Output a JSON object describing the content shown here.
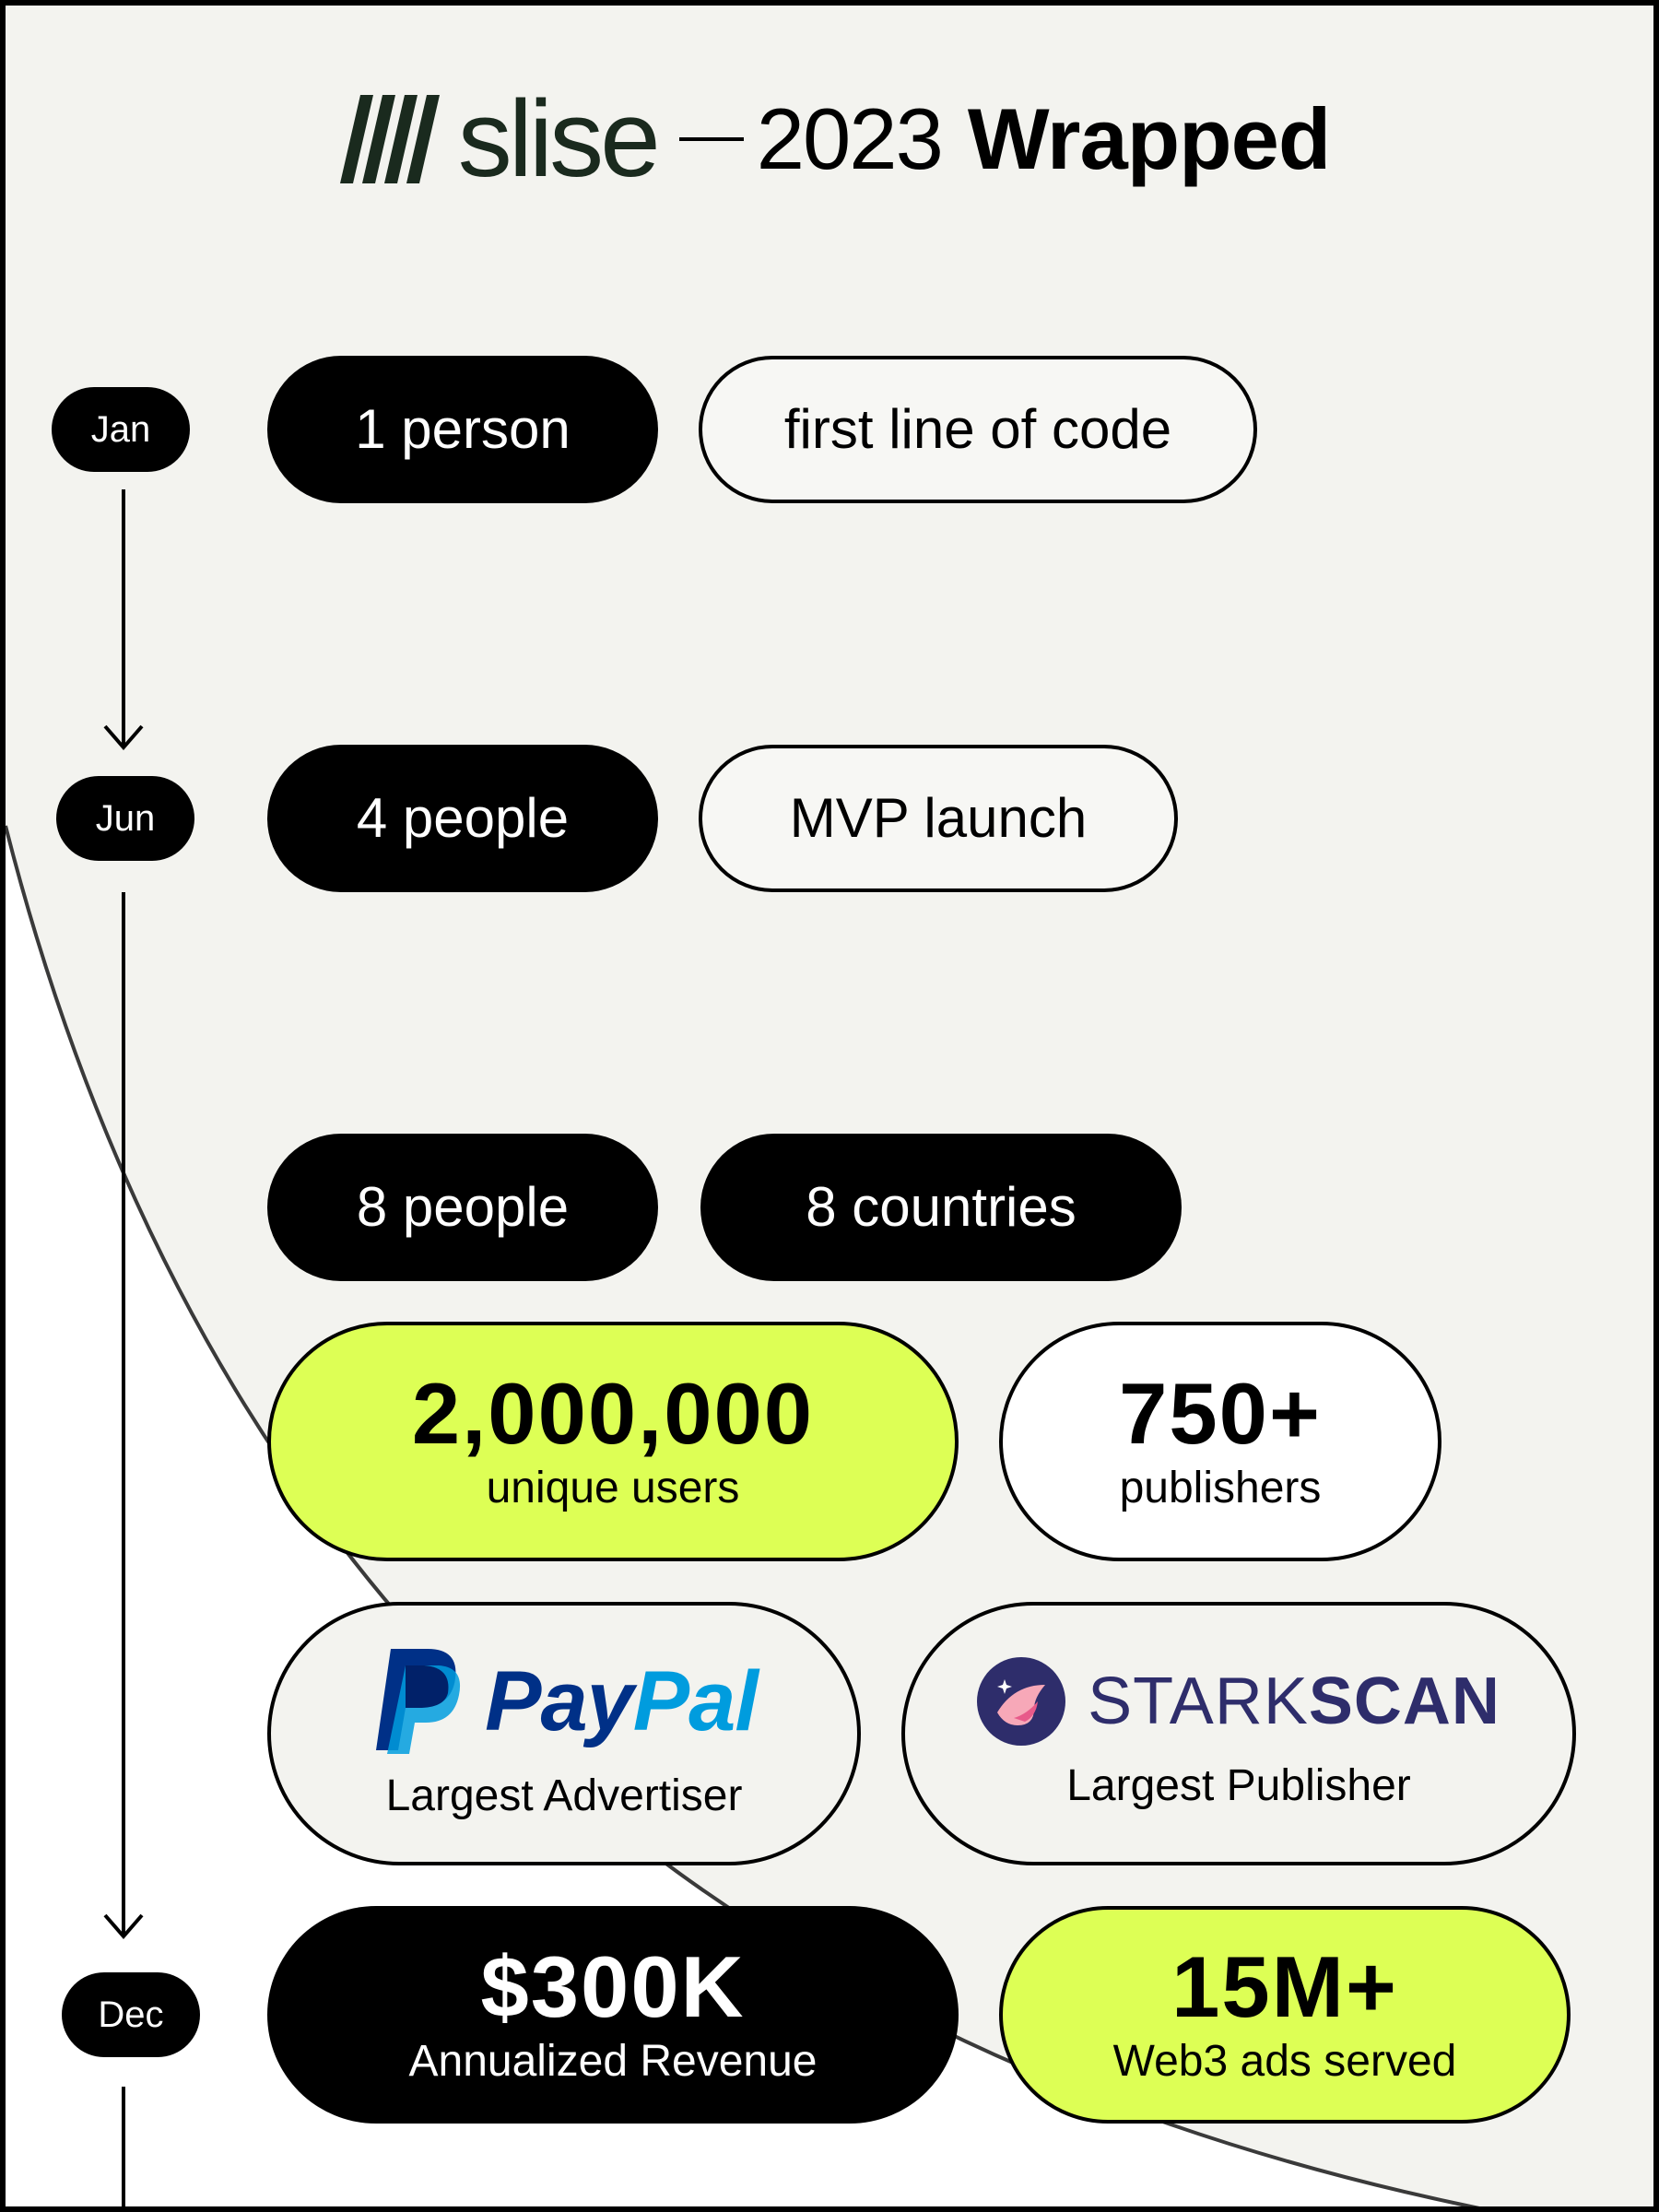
{
  "header": {
    "brand": "slise",
    "year": "2023",
    "title": "Wrapped"
  },
  "timeline": {
    "months": [
      "Jan",
      "Jun",
      "Dec"
    ]
  },
  "rows": {
    "jan": {
      "team": "1 person",
      "milestone": "first line of code"
    },
    "jun": {
      "team": "4 people",
      "milestone": "MVP launch"
    },
    "mid": {
      "team": "8 people",
      "countries": "8 countries"
    }
  },
  "stats": {
    "users": {
      "value": "2,000,000",
      "label": "unique users"
    },
    "publishers": {
      "value": "750+",
      "label": "publishers"
    },
    "revenue": {
      "value": "$300K",
      "label": "Annualized Revenue"
    },
    "ads": {
      "value": "15M+",
      "label": "Web3 ads served"
    }
  },
  "partners": {
    "advertiser": {
      "logo_pay": "Pay",
      "logo_pal": "Pal",
      "label": "Largest Advertiser"
    },
    "publisher": {
      "logo_stark": "STARK",
      "logo_scan": "SCAN",
      "label": "Largest Publisher"
    }
  },
  "colors": {
    "lime": "#ddff55",
    "panel": "#f3f3ef",
    "ink": "#000000",
    "paypal_dark": "#003087",
    "paypal_light": "#009cde",
    "starkscan": "#2e2d6b"
  }
}
